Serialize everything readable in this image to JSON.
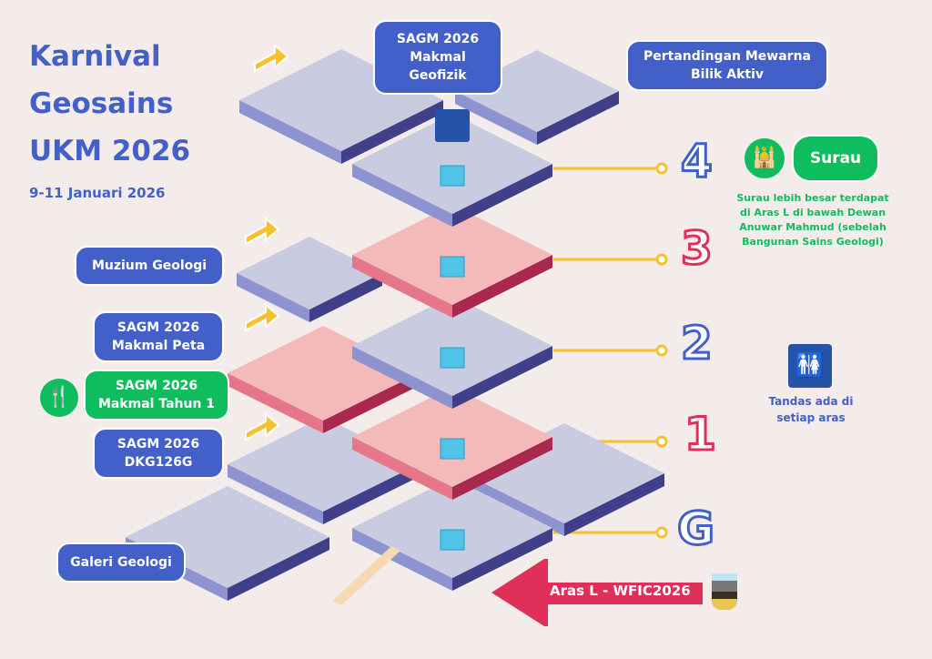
{
  "title_lines": [
    "Karnival",
    "Geosains",
    "UKM 2026"
  ],
  "date": "9-11 Januari 2026",
  "labels": {
    "sagm_geofizik": [
      "SAGM 2026",
      "Makmal",
      "Geofizik"
    ],
    "mewarna": [
      "Pertandingan Mewarna",
      "Bilik Aktiv"
    ],
    "muzium": "Muzium Geologi",
    "makmal_peta": [
      "SAGM 2026",
      "Makmal Peta"
    ],
    "tahun1": [
      "SAGM 2026",
      "Makmal Tahun 1"
    ],
    "dkg": [
      "SAGM 2026",
      "DKG126G"
    ],
    "galeri": "Galeri Geologi",
    "surau": "Surau",
    "aras_l": "Aras L - WFIC2026"
  },
  "floors": [
    "4",
    "3",
    "2",
    "1",
    "G"
  ],
  "notes": {
    "surau": "Surau lebih besar terdapat di Aras L di bawah Dewan Anuwar Mahmud (sebelah Bangunan Sains Geologi)",
    "tandas": "Tandas ada di setiap aras"
  },
  "colors": {
    "blue": "#4360c8",
    "green": "#10bd5e",
    "red": "#e0305a",
    "slab": "#c9cbe0",
    "pink": "#f4b9b9",
    "line": "#f5c22e"
  }
}
